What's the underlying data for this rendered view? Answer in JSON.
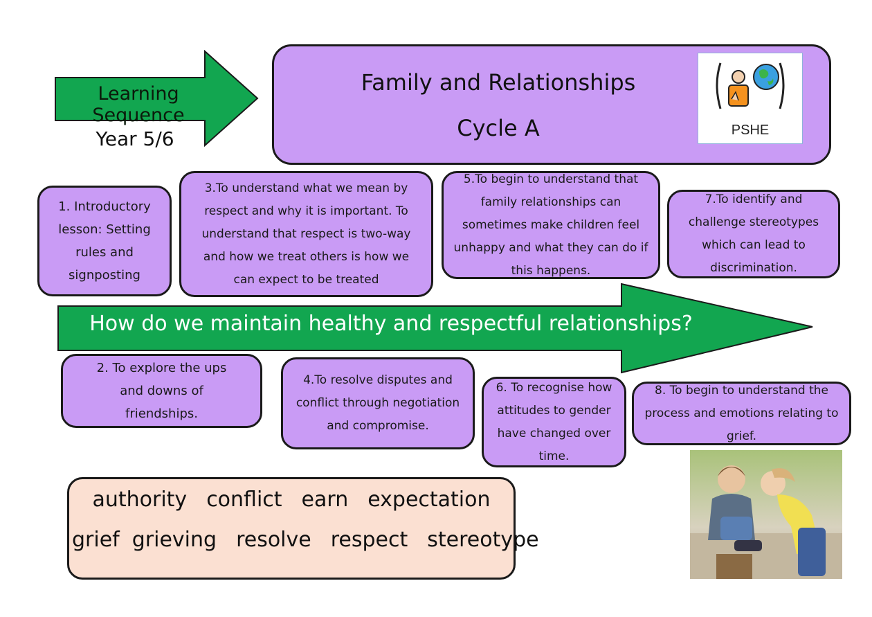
{
  "header": {
    "arrow_label": "Learning Sequence",
    "year": "Year 5/6",
    "title": "Family and Relationships",
    "cycle": "Cycle A",
    "logo_label": "PSHE"
  },
  "main_question": "How do we maintain healthy and respectful relationships?",
  "lessons": [
    {
      "text": "1. Introductory lesson: Setting rules and signposting"
    },
    {
      "text": "2. To explore the ups and downs of friendships."
    },
    {
      "text": "3.To understand what we mean by respect and why it is important.  To understand that respect is two-way and how we treat others is how we can expect to be treated"
    },
    {
      "text": "4.To resolve disputes and conflict through negotiation and compromise."
    },
    {
      "text": "5.To begin to understand that family relationships can sometimes make children feel unhappy and what they can do if this happens."
    },
    {
      "text": "6. To recognise how attitudes to gender have changed over time."
    },
    {
      "text": "7.To identify and challenge stereotypes which can lead to discrimination."
    },
    {
      "text": "8. To begin to understand the process and emotions relating to grief."
    }
  ],
  "vocabulary": {
    "line1": [
      "authority",
      "conflict",
      "earn",
      "expectation"
    ],
    "line2": [
      "grief",
      "grieving",
      "resolve",
      "respect",
      "stereotype"
    ]
  },
  "colors": {
    "green": "#12a650",
    "purple": "#c99bf5",
    "peach": "#fbe0d2"
  },
  "icons": {
    "pshe_logo": "person-with-globe-icon",
    "photo": "children-comforting-photo"
  }
}
